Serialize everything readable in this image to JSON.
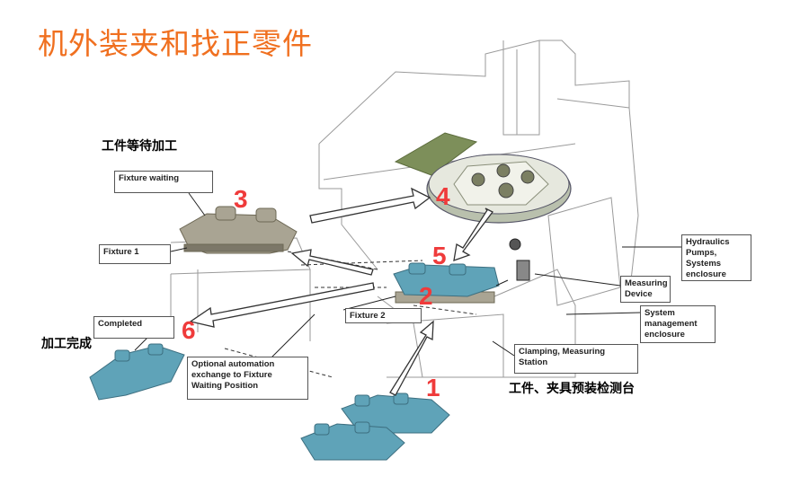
{
  "title": "机外装夹和找正零件",
  "colors": {
    "title": "#f07020",
    "step_number": "#ef3b3b",
    "part_blue": "#5fa3b8",
    "fixture_gray": "#a9a493",
    "pallet_green": "#7d8f5a"
  },
  "cn_labels": {
    "waiting": "工件等待加工",
    "completed": "加工完成",
    "station": "工件、夹具预装检测台"
  },
  "callouts": {
    "fixture_waiting": "Fixture waiting",
    "fixture_1": "Fixture 1",
    "fixture_2": "Fixture 2",
    "completed": "Completed",
    "optional_automation": "Optional automation exchange to Fixture Waiting Position",
    "hydraulics": "Hydraulics Pumps, Systems enclosure",
    "measuring_device": "Measuring Device",
    "system_management": "System management enclosure",
    "clamping_station": "Clamping, Measuring Station"
  },
  "steps": [
    "1",
    "2",
    "3",
    "4",
    "5",
    "6"
  ]
}
